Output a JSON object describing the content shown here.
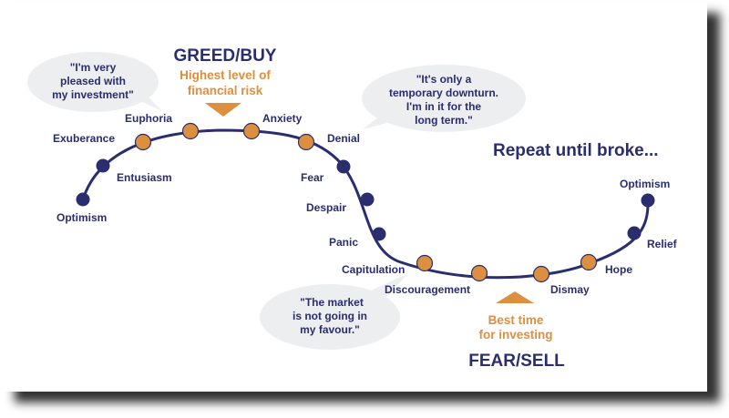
{
  "colors": {
    "navy": "#2a2d6e",
    "orange": "#dd8f40",
    "bubble": "#edeef0"
  },
  "top": {
    "title": "GREED/BUY",
    "subtitle_line1": "Highest level of",
    "subtitle_line2": "financial risk"
  },
  "bottom": {
    "title": "FEAR/SELL",
    "subtitle_line1": "Best time",
    "subtitle_line2": "for investing"
  },
  "repeat": "Repeat until broke...",
  "bubbles": [
    {
      "lines": [
        "\"I'm very",
        "pleased with",
        "my investment\""
      ]
    },
    {
      "lines": [
        "\"It's only a",
        "temporary downturn.",
        "I'm in it for the",
        "long term.\""
      ]
    },
    {
      "lines": [
        "\"The market",
        "is  not going in",
        "my favour.\""
      ]
    }
  ],
  "stages": [
    {
      "label": "Optimism",
      "color": "navy"
    },
    {
      "label": "Entusiasm",
      "color": "navy"
    },
    {
      "label": "Exuberance",
      "color": "orange"
    },
    {
      "label": "Euphoria",
      "color": "orange"
    },
    {
      "label": "Anxiety",
      "color": "orange"
    },
    {
      "label": "Denial",
      "color": "orange"
    },
    {
      "label": "Fear",
      "color": "navy"
    },
    {
      "label": "Despair",
      "color": "navy"
    },
    {
      "label": "Panic",
      "color": "navy"
    },
    {
      "label": "Capitulation",
      "color": "orange"
    },
    {
      "label": "Discouragement",
      "color": "orange"
    },
    {
      "label": "Dismay",
      "color": "orange"
    },
    {
      "label": "Hope",
      "color": "orange"
    },
    {
      "label": "Relief",
      "color": "navy"
    },
    {
      "label": "Optimism",
      "color": "navy"
    }
  ]
}
